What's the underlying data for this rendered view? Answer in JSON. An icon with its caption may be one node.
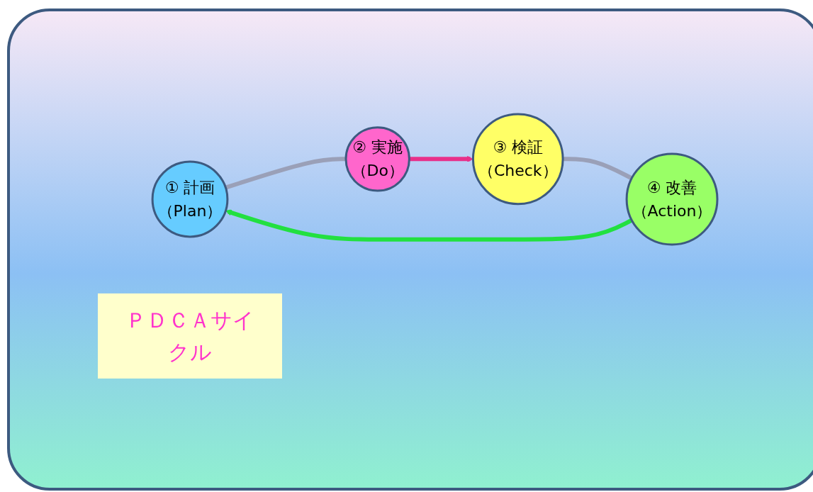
{
  "diagram": {
    "nodes": [
      {
        "text": [
          "① 計画",
          "（Plan）"
        ]
      },
      {
        "text": [
          "② 実施",
          "（Do）"
        ]
      },
      {
        "text": [
          "③ 検証",
          "（Check）"
        ]
      },
      {
        "text": [
          "④ 改善",
          "（Action）"
        ]
      },
      {
        "text": [
          "ＰＤＣＡサイクル"
        ]
      }
    ],
    "edges": [
      {
        "from": 0,
        "to": 1,
        "arrow": "none"
      },
      {
        "from": 1,
        "to": 2,
        "arrow": "to",
        "color": "#e8308a"
      },
      {
        "from": 2,
        "to": 3,
        "arrow": "none"
      },
      {
        "from": 3,
        "to": 0,
        "arrow": "to",
        "color": "#22e040"
      }
    ]
  }
}
